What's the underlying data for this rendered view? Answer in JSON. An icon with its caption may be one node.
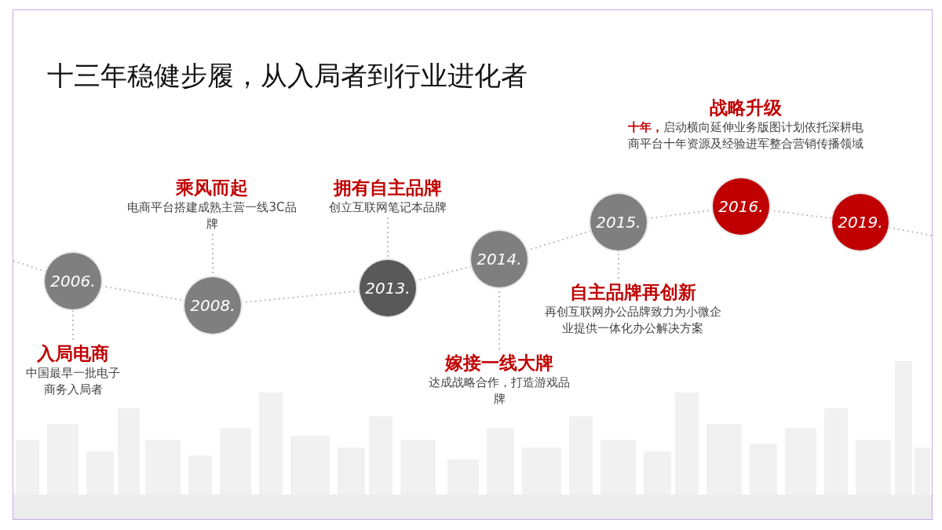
{
  "diagram": {
    "title": "十三年稳健步履，从入局者到行业进化者",
    "nodes": [
      {
        "text": [
          "2006."
        ]
      },
      {
        "text": [
          "2008."
        ]
      },
      {
        "text": [
          "2013."
        ]
      },
      {
        "text": [
          "2014."
        ]
      },
      {
        "text": [
          "2015."
        ]
      },
      {
        "text": [
          "2016."
        ]
      },
      {
        "text": [
          "2019."
        ]
      },
      {
        "text": [
          "入局电商",
          "中国最早一批电子商务入局者"
        ]
      },
      {
        "text": [
          "乘风而起",
          "电商平台搭建成熟主营一线3C品牌"
        ]
      },
      {
        "text": [
          "拥有自主品牌",
          "创立互联网笔记本品牌"
        ]
      },
      {
        "text": [
          "嫁接一线大牌",
          "达成战略合作，打造游戏品牌"
        ]
      },
      {
        "text": [
          "自主品牌再创新",
          "再创互联网办公品牌致力为小微企业提供一体化办公解决方案"
        ]
      },
      {
        "text": [
          "战略升级",
          "**十年，**启动横向延伸业务版图计划依托深耕电商平台十年资源及经验进军整合营销传播领域"
        ]
      }
    ],
    "edges": [
      {
        "from": null,
        "to": 0,
        "arrow": "none",
        "style": "dashed"
      },
      {
        "from": 0,
        "to": 1,
        "arrow": "none",
        "style": "dashed"
      },
      {
        "from": 1,
        "to": 2,
        "arrow": "none",
        "style": "dashed"
      },
      {
        "from": 2,
        "to": 3,
        "arrow": "none",
        "style": "dashed"
      },
      {
        "from": 3,
        "to": 4,
        "arrow": "none",
        "style": "dashed"
      },
      {
        "from": 4,
        "to": 5,
        "arrow": "none",
        "style": "dashed"
      },
      {
        "from": 5,
        "to": 6,
        "arrow": "none",
        "style": "dashed"
      },
      {
        "from": 6,
        "to": null,
        "arrow": "none",
        "style": "dashed"
      },
      {
        "from": 7,
        "to": 0,
        "arrow": "none",
        "style": "dashed"
      },
      {
        "from": 8,
        "to": 1,
        "arrow": "none",
        "style": "dashed"
      },
      {
        "from": 9,
        "to": 2,
        "arrow": "none",
        "style": "dashed"
      },
      {
        "from": 10,
        "to": 3,
        "arrow": "none",
        "style": "dashed"
      },
      {
        "from": 11,
        "to": 4,
        "arrow": "none",
        "style": "dashed"
      }
    ]
  }
}
